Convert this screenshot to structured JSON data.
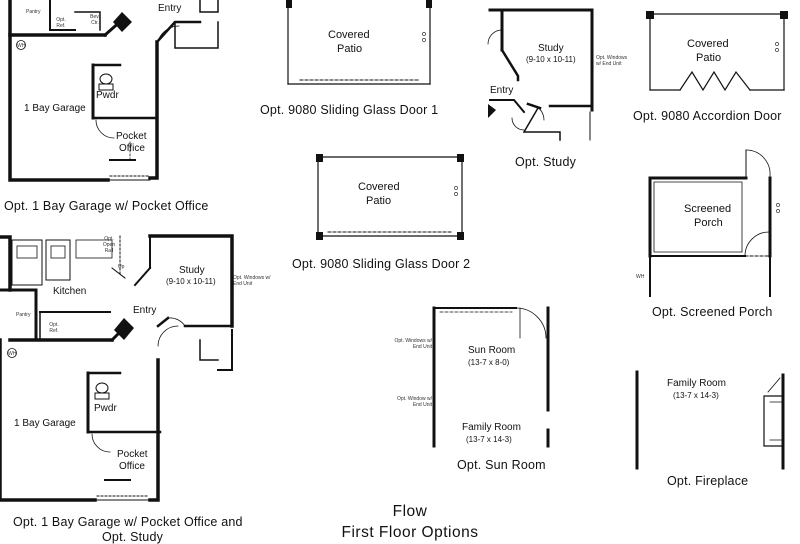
{
  "page": {
    "title_line1": "Flow",
    "title_line2": "First Floor Options"
  },
  "plans": {
    "garage_office": {
      "caption": "Opt. 1 Bay Garage w/ Pocket Office",
      "rooms": {
        "entry": "Entry",
        "garage": "1 Bay Garage",
        "powder": "Pwdr",
        "office_l1": "Pocket",
        "office_l2": "Office",
        "pantry": "Pantry",
        "ref": "Opt. Ref.",
        "bev": "Bev. Ctr.",
        "wh": "WH"
      }
    },
    "garage_office_study": {
      "caption_l1": "Opt. 1 Bay Garage w/ Pocket Office and",
      "caption_l2": "Opt. Study",
      "rooms": {
        "kitchen": "Kitchen",
        "entry": "Entry",
        "study": "Study",
        "study_dim": "(9-10 x 10-11)",
        "windows": "Opt. Windows w/ End Unit",
        "open_rail": "Opt. Open Rail",
        "garage": "1 Bay Garage",
        "powder": "Pwdr",
        "office_l1": "Pocket",
        "office_l2": "Office",
        "pantry": "Pantry",
        "ref": "Opt. Ref.",
        "wh": "WH",
        "up": "Up"
      }
    },
    "sliding1": {
      "caption": "Opt. 9080 Sliding Glass Door 1",
      "rooms": {
        "l1": "Covered",
        "l2": "Patio"
      }
    },
    "sliding2": {
      "caption": "Opt. 9080 Sliding Glass Door 2",
      "rooms": {
        "l1": "Covered",
        "l2": "Patio"
      }
    },
    "study": {
      "caption": "Opt. Study",
      "rooms": {
        "study": "Study",
        "dim": "(9-10 x 10-11)",
        "entry": "Entry",
        "windows": "Opt. Windows w/ End Unit"
      }
    },
    "accordion": {
      "caption": "Opt. 9080 Accordion Door",
      "rooms": {
        "l1": "Covered",
        "l2": "Patio"
      }
    },
    "screened": {
      "caption": "Opt. Screened Porch",
      "rooms": {
        "l1": "Screened",
        "l2": "Porch",
        "wh": "WH"
      }
    },
    "sunroom": {
      "caption": "Opt. Sun Room",
      "rooms": {
        "sun": "Sun Room",
        "sun_dim": "(13-7 x 8-0)",
        "family": "Family Room",
        "family_dim": "(13-7 x 14-3)",
        "windows_end": "Opt. Windows w/ End Unit",
        "window_end": "Opt. Window w/ End Unit"
      }
    },
    "fireplace": {
      "caption": "Opt. Fireplace",
      "rooms": {
        "family": "Family Room",
        "family_dim": "(13-7 x 14-3)"
      }
    }
  }
}
